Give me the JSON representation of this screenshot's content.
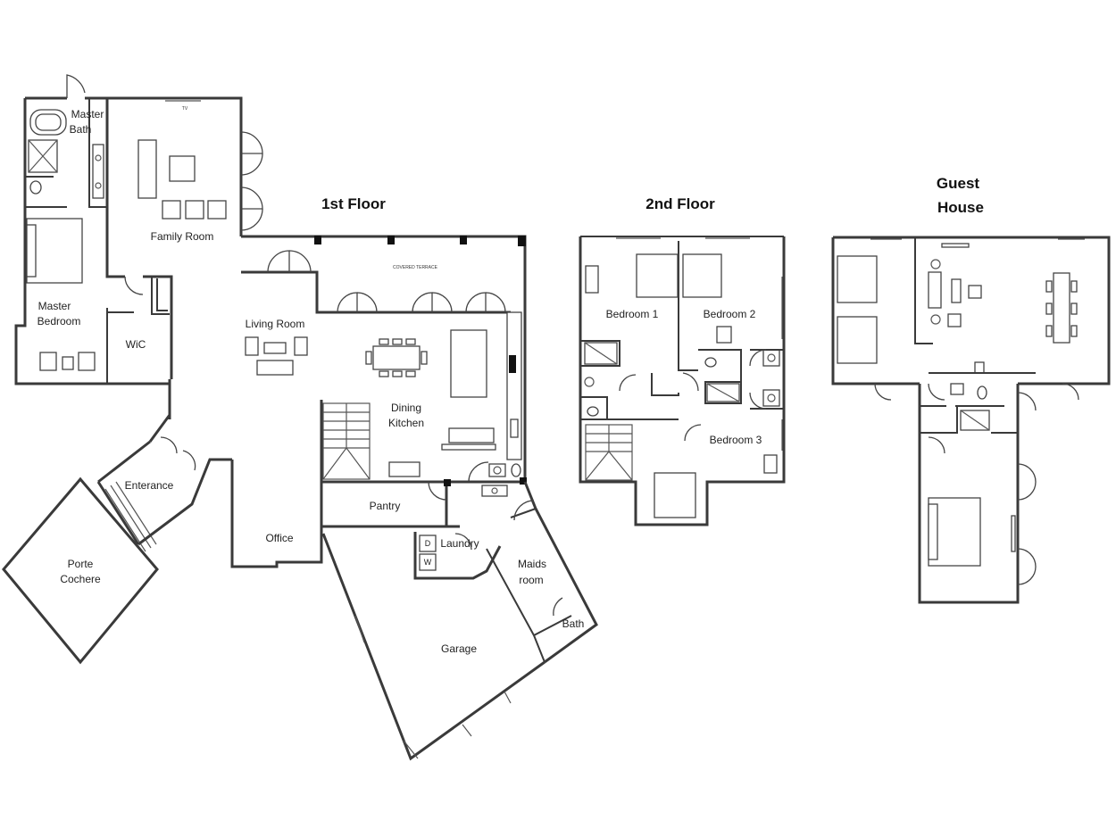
{
  "headings": {
    "first_floor": "1st Floor",
    "second_floor": "2nd Floor",
    "guest_line1": "Guest",
    "guest_line2": "House"
  },
  "first_floor_rooms": {
    "master_bath_l1": "Master",
    "master_bath_l2": "Bath",
    "family_room": "Family Room",
    "master_bedroom_l1": "Master",
    "master_bedroom_l2": "Bedroom",
    "wic": "WiC",
    "living_room": "Living Room",
    "covered_terrace": "COVERED TERRACE",
    "dining": "Dining",
    "kitchen": "Kitchen",
    "enterance": "Enterance",
    "porte_l1": "Porte",
    "porte_l2": "Cochere",
    "pantry": "Pantry",
    "office": "Office",
    "laundry": "Laundry",
    "dryer": "D",
    "washer": "W",
    "maids_l1": "Maids",
    "maids_l2": "room",
    "bath": "Bath",
    "garage": "Garage"
  },
  "second_floor_rooms": {
    "bedroom1": "Bedroom 1",
    "bedroom2": "Bedroom 2",
    "bedroom3": "Bedroom 3"
  }
}
